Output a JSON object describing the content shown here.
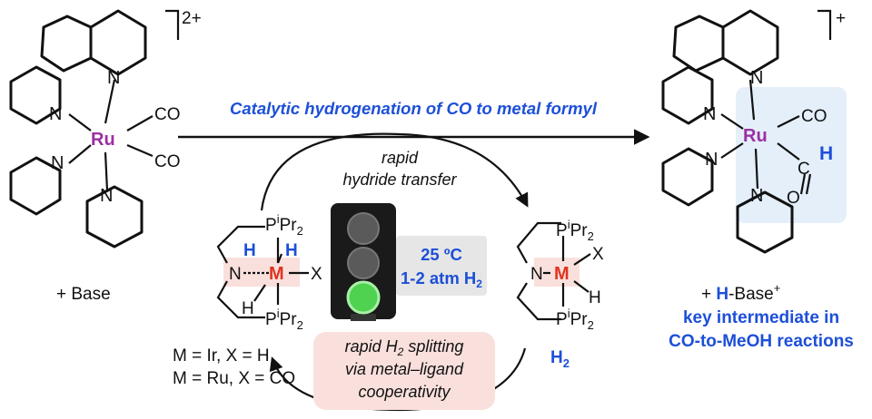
{
  "colors": {
    "metal_ru": "#9b2fa0",
    "metal_m": "#e1331f",
    "accent_blue": "#1d4fd8",
    "formyl_highlight": "#e4effa",
    "ligand_highlight": "#f9e0dc",
    "conditions_box": "#e6e6e6",
    "traffic_light_green": "#4fd24f"
  },
  "reactant": {
    "charge": "2+",
    "metal": "Ru",
    "ligand_atom": "N",
    "co_a": "CO",
    "co_b": "CO",
    "additive": "+ Base"
  },
  "main_arrow": {
    "label": "Catalytic hydrogenation of CO to metal formyl"
  },
  "product": {
    "charge": "+",
    "metal": "Ru",
    "ligand_atom": "N",
    "co": "CO",
    "formyl_c": "C",
    "formyl_h": "H",
    "formyl_o": "O",
    "byproduct_h": "H",
    "byproduct_base": "-Base",
    "byproduct_charge": "+",
    "key_line1": "key intermediate in",
    "key_line2": "CO-to-MeOH reactions"
  },
  "cycle": {
    "top_line1": "rapid",
    "top_line2": "hydride transfer",
    "bottom_line1_a": "rapid H",
    "bottom_line1_sub": "2",
    "bottom_line1_b": " splitting",
    "bottom_line2": "via metal–ligand",
    "bottom_line3": "cooperativity",
    "h2_main": "H",
    "h2_sub": "2",
    "conditions_temp": "25 ºC",
    "conditions_pressure": "1-2 atm H",
    "conditions_pressure_sub": "2"
  },
  "left_complex": {
    "p_top": "P",
    "p_bottom": "P",
    "ipr_sup": "i",
    "ipr_main": "Pr",
    "ipr_sub": "2",
    "n_atom": "N",
    "metal": "M",
    "x_ligand": "X",
    "h_on_n": "H",
    "h_on_m": "H",
    "h_bottom": "H",
    "legend_line1": "M = Ir, X = H",
    "legend_line2": "M = Ru, X = CO"
  },
  "right_complex": {
    "p_top": "P",
    "p_bottom": "P",
    "ipr_sup": "i",
    "ipr_main": "Pr",
    "ipr_sub": "2",
    "n_atom": "N",
    "metal": "M",
    "x_ligand": "X",
    "h_on_m": "H"
  }
}
